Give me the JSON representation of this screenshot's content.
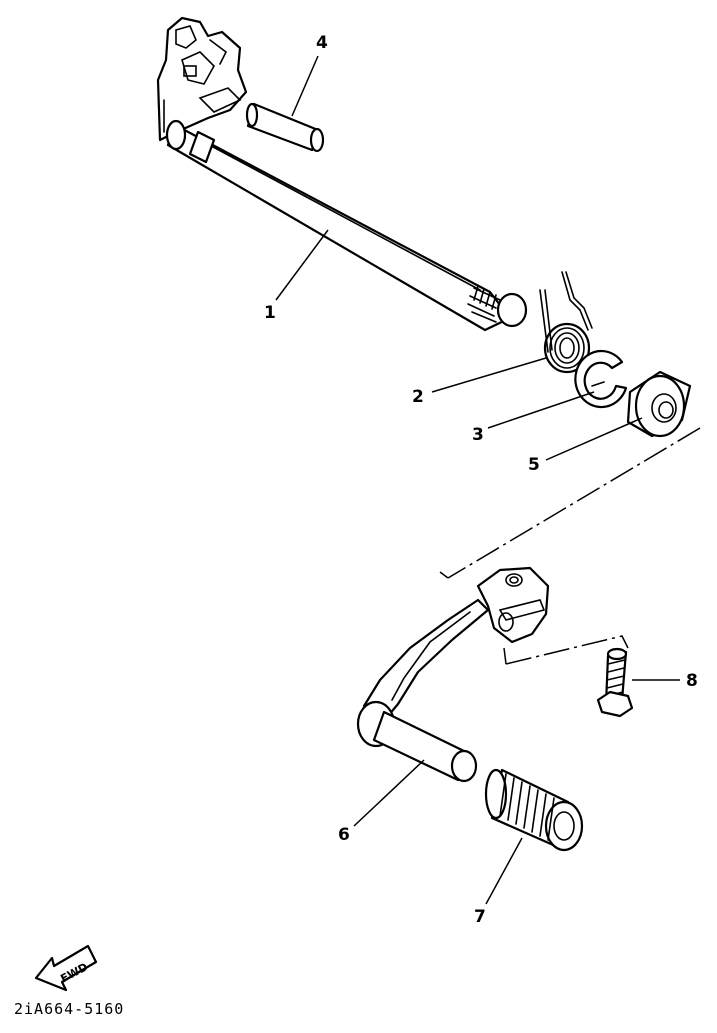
{
  "callouts": {
    "1": "1",
    "2": "2",
    "3": "3",
    "4": "4",
    "5": "5",
    "6": "6",
    "7": "7",
    "8": "8"
  },
  "fwd_label": "FWD",
  "catalog_code": "2iA664-5160",
  "colors": {
    "ink": "#000000",
    "paper": "#ffffff"
  }
}
